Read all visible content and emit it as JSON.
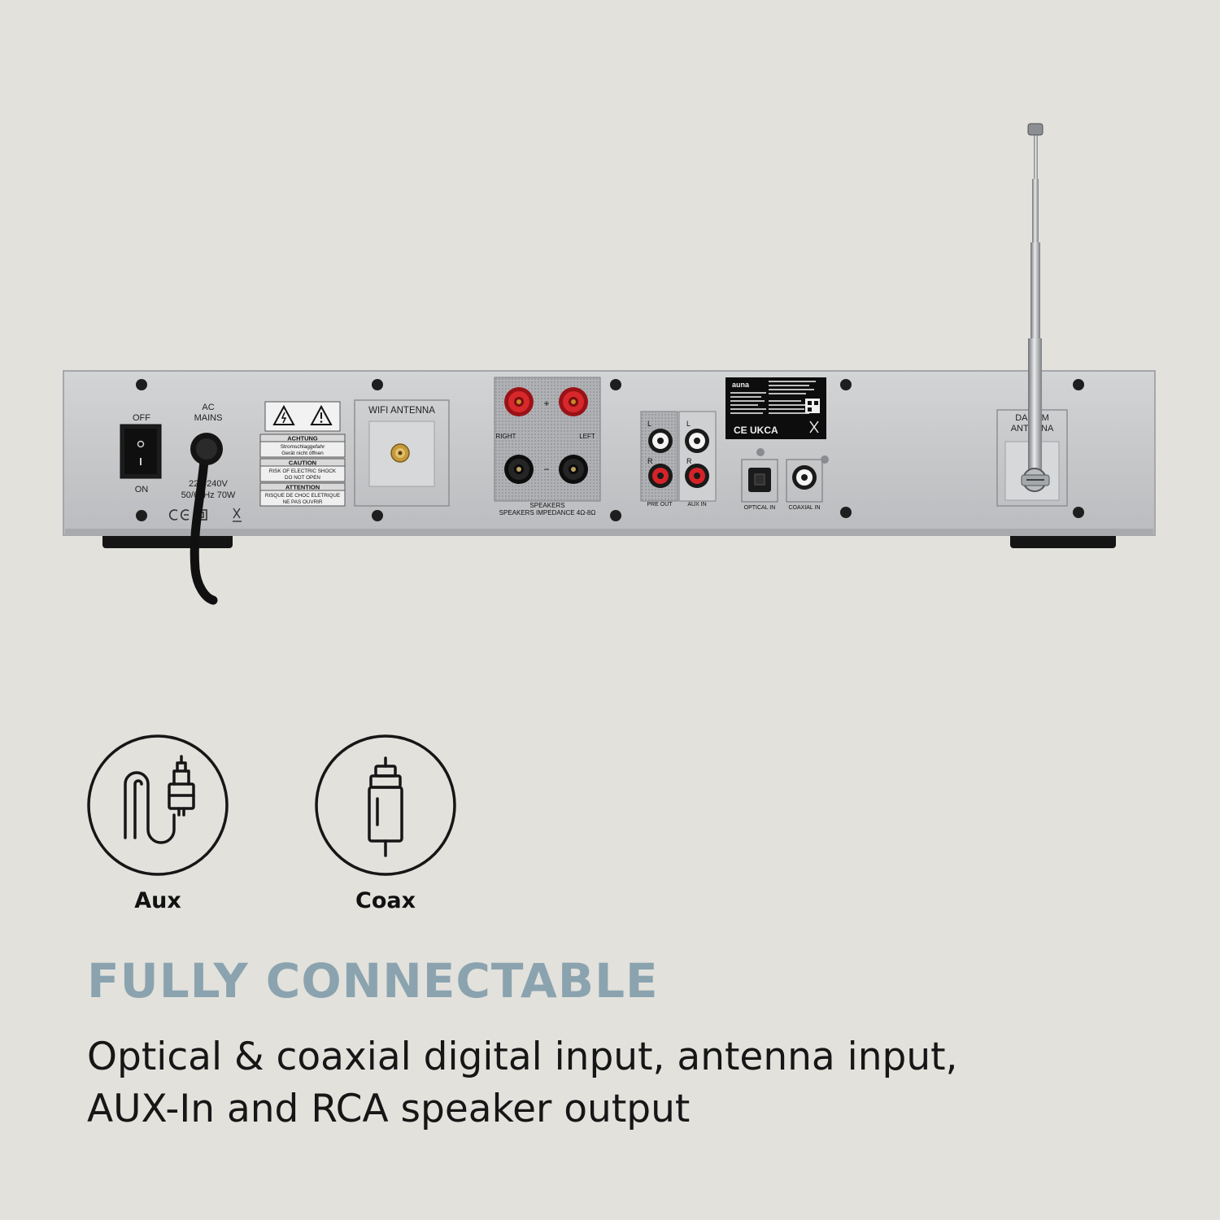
{
  "device": {
    "switch": {
      "off_label": "OFF",
      "on_label": "ON"
    },
    "mains": {
      "label_line1": "AC",
      "label_line2": "MAINS",
      "rating_line1": "220-240V",
      "rating_line2": "50/60Hz 70W"
    },
    "warnings": {
      "achtung_title": "ACHTUNG",
      "achtung_line1": "Stromschlaggefahr",
      "achtung_line2": "Gerät nicht öffnen",
      "caution_title": "CAUTION",
      "caution_line1": "RISK OF ELECTRIC SHOCK",
      "caution_line2": "DO NOT OPEN",
      "attention_title": "ATTENTION",
      "attention_line1": "RISQUE DE CHOC ELETRIQUE",
      "attention_line2": "NE PAS OUVRIR"
    },
    "wifi_antenna_label": "WIFI ANTENNA",
    "speakers": {
      "right_label": "RIGHT",
      "left_label": "LEFT",
      "title": "SPEAKERS",
      "impedance": "SPEAKERS IMPEDANCE 4Ω-8Ω"
    },
    "rca": {
      "left_mark": "L",
      "right_mark": "R",
      "pre_out_label": "PRE OUT",
      "aux_in_label": "AUX IN"
    },
    "optical_in_label": "OPTICAL IN",
    "coaxial_in_label": "COAXIAL IN",
    "dab_label_line1": "DAB/FM",
    "dab_label_line2": "ANTENNA",
    "rating_plate": {
      "brand": "auna",
      "marks": "CE UKCA"
    },
    "colors": {
      "panel": "#c9cacc",
      "terminal_red": "#c81e22",
      "terminal_black": "#1b1b1b"
    }
  },
  "icons": [
    {
      "name": "aux-cable-icon",
      "label": "Aux"
    },
    {
      "name": "coax-plug-icon",
      "label": "Coax"
    }
  ],
  "headline": "FULLY CONNECTABLE",
  "description": {
    "line1": "Optical & coaxial digital input, antenna input,",
    "line2": "AUX-In and RCA speaker output"
  }
}
